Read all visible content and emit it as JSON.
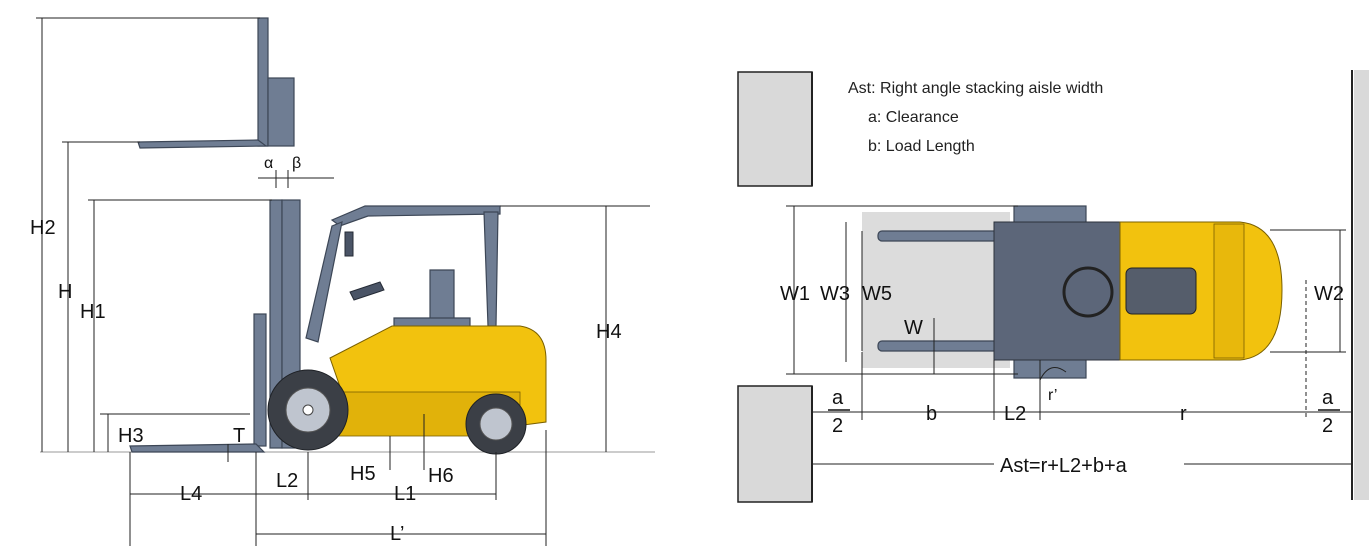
{
  "side_view": {
    "labels": {
      "H2": "H2",
      "H": "H",
      "H1": "H1",
      "H3": "H3",
      "T": "T",
      "H4": "H4",
      "H5": "H5",
      "H6": "H6",
      "L4": "L4",
      "L2": "L2",
      "L1": "L1",
      "L_prime": "L’",
      "alpha": "α",
      "beta": "β"
    }
  },
  "top_view": {
    "legend": {
      "ast": "Ast: Right angle stacking aisle width",
      "a": "a: Clearance",
      "b": "b: Load Length"
    },
    "labels": {
      "W1": "W1",
      "W3": "W3",
      "W5": "W5",
      "W": "W",
      "W2": "W2",
      "a": "a",
      "two": "2",
      "b": "b",
      "L2": "L2",
      "r": "r",
      "r_prime": "r’",
      "ast_formula": "Ast=r+L2+b+a"
    }
  },
  "colors": {
    "body_yellow": "#f2c20e",
    "mast_gray": "#6f7d93",
    "shelf_gray": "#d9d9d9"
  }
}
